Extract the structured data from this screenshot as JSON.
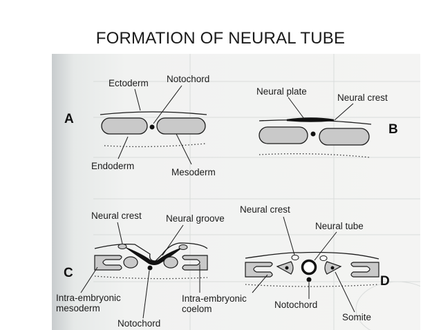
{
  "title": "FORMATION OF NEURAL TUBE",
  "panels": {
    "a": {
      "letter": "A",
      "ectoderm": "Ectoderm",
      "notochord": "Notochord",
      "endoderm": "Endoderm",
      "mesoderm": "Mesoderm"
    },
    "b": {
      "letter": "B",
      "neural_plate": "Neural plate",
      "neural_crest": "Neural crest"
    },
    "c": {
      "letter": "C",
      "neural_crest": "Neural crest",
      "neural_groove": "Neural groove",
      "intra_mesoderm_1": "Intra-embryonic",
      "intra_mesoderm_2": "mesoderm",
      "notochord": "Notochord",
      "intra_coelom_1": "Intra-embryonic",
      "intra_coelom_2": "coelom"
    },
    "d": {
      "letter": "D",
      "neural_crest": "Neural crest",
      "neural_tube": "Neural tube",
      "notochord": "Notochord",
      "somite": "Somite"
    }
  },
  "colors": {
    "tissue_fill": "#c9c9c9",
    "ink": "#1a1a1a",
    "scan_bg": "#eef0ef"
  }
}
